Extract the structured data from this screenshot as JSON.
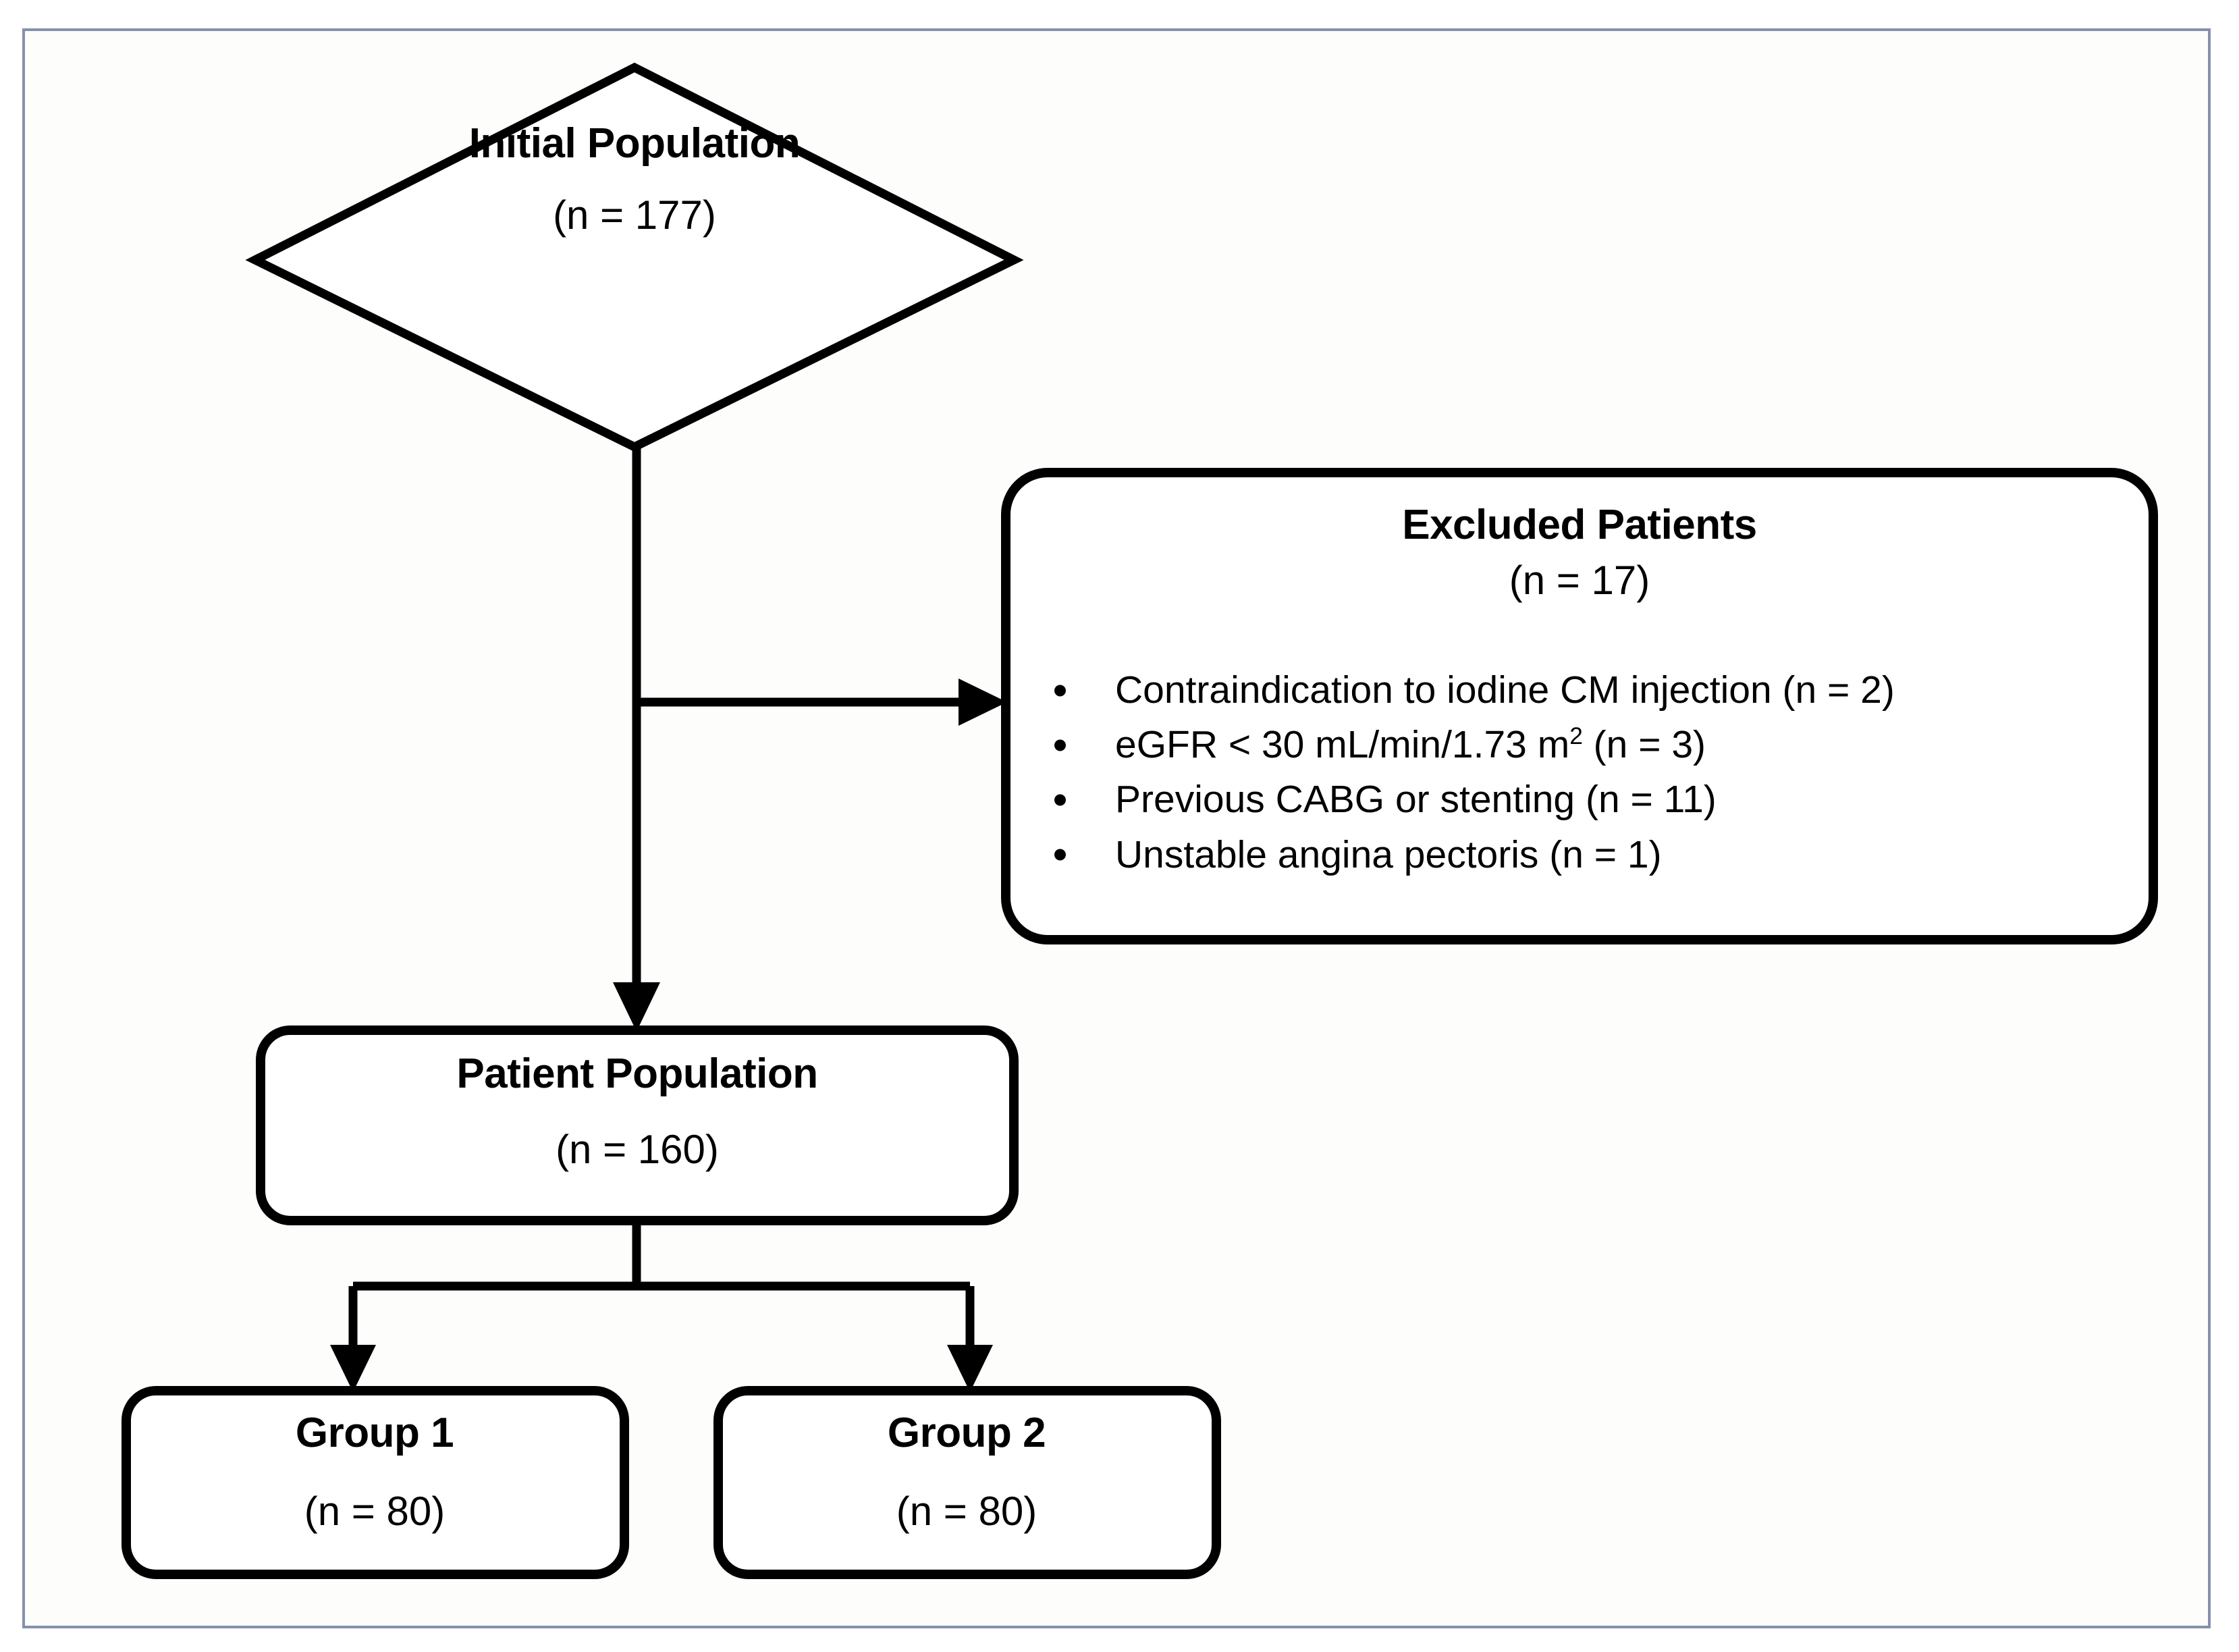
{
  "diagram": {
    "type": "flowchart",
    "title": "Patient selection flow diagram",
    "frame_color": "#8690ac",
    "stroke_color": "#000000",
    "background_color": "#ffffff"
  },
  "nodes": {
    "initial_population": {
      "shape": "diamond",
      "title": "Initial Population",
      "count": "(n = 177)"
    },
    "excluded_patients": {
      "shape": "rounded-rectangle",
      "title": "Excluded Patients",
      "count": "(n = 17)",
      "bullets": [
        {
          "text_before": "Contraindication to iodine CM injection (n = 2)",
          "sup": "",
          "text_after": ""
        },
        {
          "text_before": "eGFR < 30 mL/min/1.73 m",
          "sup": "2",
          "text_after": " (n = 3)"
        },
        {
          "text_before": "Previous CABG or stenting (n = 11)",
          "sup": "",
          "text_after": ""
        },
        {
          "text_before": "Unstable angina pectoris (n = 1)",
          "sup": "",
          "text_after": ""
        }
      ]
    },
    "patient_population": {
      "shape": "rounded-rectangle",
      "title": "Patient Population",
      "count": "(n = 160)"
    },
    "group_1": {
      "shape": "rounded-rectangle",
      "title": "Group 1",
      "count": "(n = 80)"
    },
    "group_2": {
      "shape": "rounded-rectangle",
      "title": "Group 2",
      "count": "(n = 80)"
    }
  },
  "edges": [
    {
      "from": "initial_population",
      "to": "excluded_patients",
      "style": "orthogonal-arrow"
    },
    {
      "from": "initial_population",
      "to": "patient_population",
      "style": "straight-arrow"
    },
    {
      "from": "patient_population",
      "to": "group_1",
      "style": "orthogonal-arrow"
    },
    {
      "from": "patient_population",
      "to": "group_2",
      "style": "orthogonal-arrow"
    }
  ]
}
